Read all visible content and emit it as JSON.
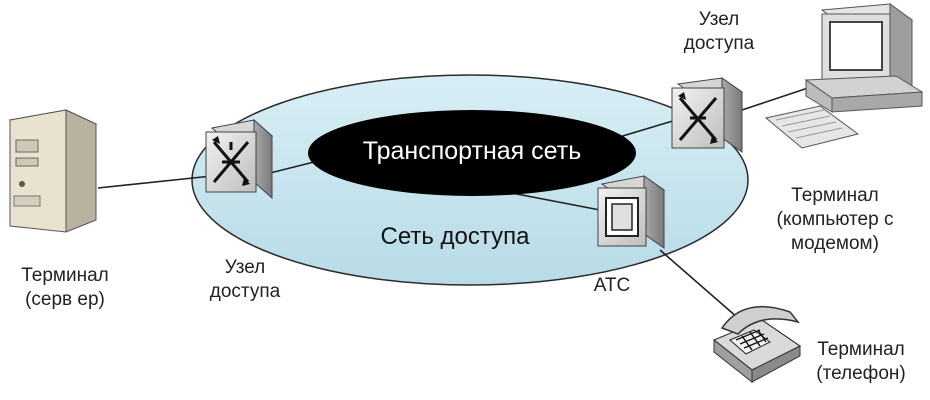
{
  "diagram": {
    "transport_network": "Транспортная сеть",
    "access_network": "Сеть доступа",
    "access_node_left": [
      "Узел",
      "доступа"
    ],
    "access_node_right": [
      "Узел",
      "доступа"
    ],
    "exchange": "АТС",
    "terminal_server": [
      "Терминал",
      "(серв ер)"
    ],
    "terminal_computer": [
      "Терминал",
      "(компьютер с",
      "модемом)"
    ],
    "terminal_phone": [
      "Терминал",
      "(телефон)"
    ]
  },
  "colors": {
    "access_ring": "#c6e4ee",
    "transport_core": "#000000",
    "device_face": "#e6e6e6",
    "line": "#222222"
  }
}
